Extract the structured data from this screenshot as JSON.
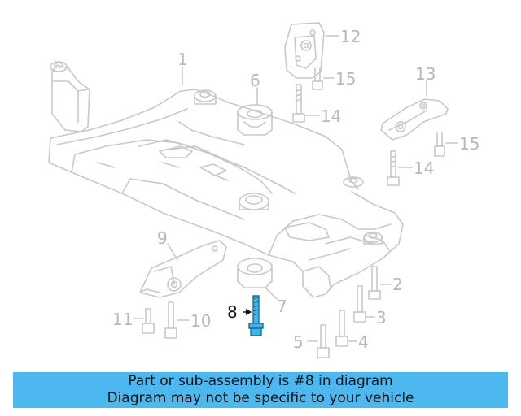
{
  "diagram": {
    "callouts": [
      {
        "id": "1",
        "label": "1"
      },
      {
        "id": "2",
        "label": "2"
      },
      {
        "id": "3",
        "label": "3"
      },
      {
        "id": "4",
        "label": "4"
      },
      {
        "id": "5",
        "label": "5"
      },
      {
        "id": "6",
        "label": "6"
      },
      {
        "id": "7",
        "label": "7"
      },
      {
        "id": "8",
        "label": "8"
      },
      {
        "id": "9",
        "label": "9"
      },
      {
        "id": "10",
        "label": "10"
      },
      {
        "id": "11",
        "label": "11"
      },
      {
        "id": "12",
        "label": "12"
      },
      {
        "id": "13",
        "label": "13"
      },
      {
        "id": "14a",
        "label": "14"
      },
      {
        "id": "14b",
        "label": "14"
      },
      {
        "id": "15a",
        "label": "15"
      },
      {
        "id": "15b",
        "label": "15"
      }
    ],
    "highlighted_part": "8",
    "colors": {
      "highlight": "#3fb4e8",
      "line": "#c8c8c8",
      "banner": "#4db8f0"
    }
  },
  "banner": {
    "line1": "Part or sub-assembly is #8 in diagram",
    "line2": "Diagram may not be specific to your vehicle"
  }
}
